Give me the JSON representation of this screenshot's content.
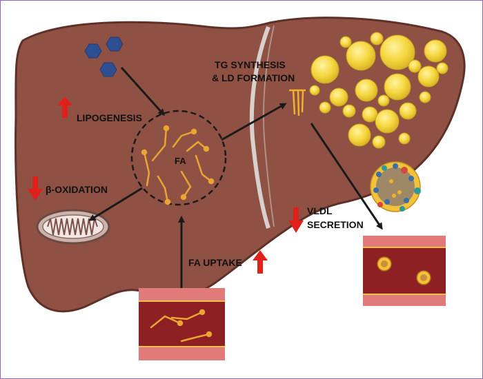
{
  "labels": {
    "lipogenesis": "LIPOGENESIS",
    "beta_oxidation": "β-OXIDATION",
    "fa": "FA",
    "tg_line1": "TG SYNTHESIS",
    "tg_line2": "& LD FORMATION",
    "vldl_line1": "VLDL",
    "vldl_line2": "SECRETION",
    "fa_uptake": "FA UPTAKE"
  },
  "trends": {
    "lipogenesis": "up",
    "beta_oxidation": "down",
    "vldl_secretion": "down",
    "fa_uptake": "up"
  },
  "colors": {
    "liver": "#8f5143",
    "liver_outline": "#5e3128",
    "lipid_droplet": "#f5d63d",
    "fatty_acid": "#e9a632",
    "vessel_lumen": "#8e1f22",
    "vessel_wall": "#e07b79",
    "hexagon": "#2f4f93",
    "trend_arrow": "#e0201b",
    "flow_arrow": "#1a1a1a",
    "frame": "#8e63b8"
  }
}
